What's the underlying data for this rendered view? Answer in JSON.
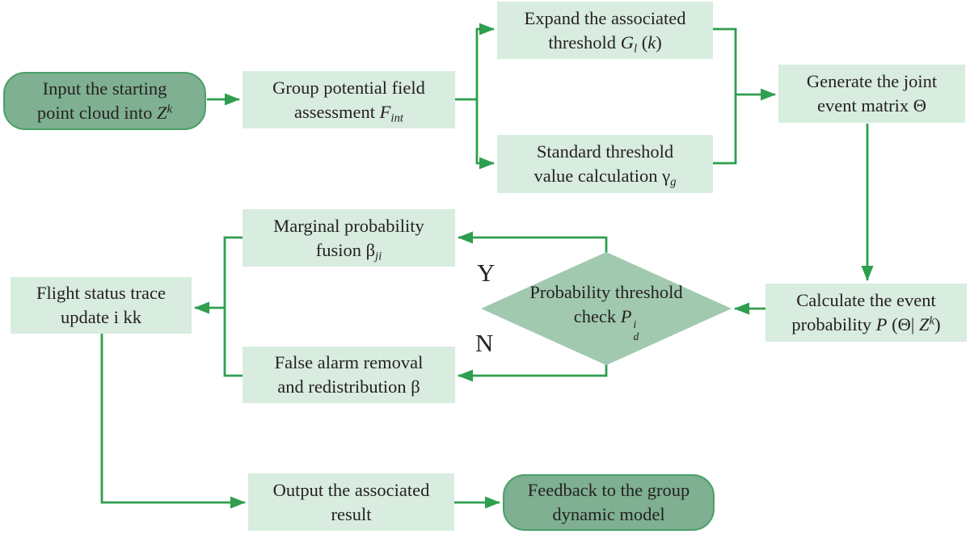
{
  "colors": {
    "box-fill": "#d8ecdf",
    "rounded-fill": "#7eb091",
    "rounded-border": "#4aa069",
    "diamond-fill": "#a1c9b0",
    "arrow": "#2f9e4e",
    "text": "#262122"
  },
  "nodes": {
    "input": {
      "l1": "Input the starting",
      "l2": "point cloud into ",
      "var": "Z",
      "sup": "k"
    },
    "group": {
      "l1": "Group potential field",
      "l2": "assessment ",
      "var": "F",
      "sub": "int"
    },
    "expand": {
      "l1": "Expand the associated",
      "l2": "threshold ",
      "var": "G",
      "sub": "l",
      "p2": " (",
      "var2": "k",
      "p3": ")"
    },
    "standard": {
      "l1": "Standard threshold",
      "l2": "value calculation ",
      "var": "γ",
      "sub": "g"
    },
    "generate": {
      "l1": "Generate the joint",
      "l2": "event matrix Θ"
    },
    "calculate": {
      "l1": "Calculate the event",
      "l2": "probability ",
      "var": "P",
      "p2": " (Θ| ",
      "var2": "Z",
      "sup": "k",
      "p3": ")"
    },
    "decision": {
      "l1": "Probability threshold",
      "l2": "check ",
      "var": "P",
      "sup": "i",
      "sub": "d"
    },
    "marginal": {
      "l1": "Marginal probability",
      "l2": "fusion ",
      "var": "β",
      "sub": "ji"
    },
    "false_alarm": {
      "l1": "False alarm removal",
      "l2": "and redistribution β"
    },
    "flight": {
      "l1": "Flight status trace",
      "l2": "update i kk"
    },
    "output": {
      "l1": "Output the associated",
      "l2": "result"
    },
    "feedback": {
      "l1": "Feedback to the group",
      "l2": "dynamic model"
    }
  },
  "labels": {
    "yes": "Y",
    "no": "N"
  }
}
